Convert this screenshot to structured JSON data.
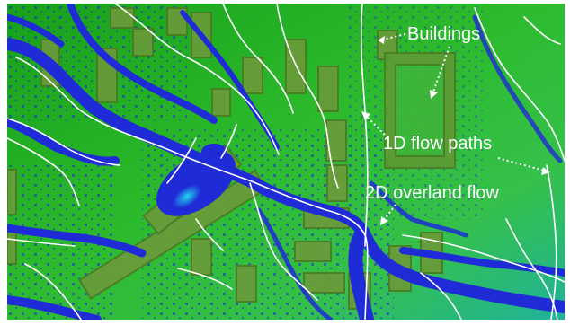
{
  "map": {
    "colors": {
      "terrain_high": "#1fa61f",
      "terrain_mid": "#2fbf38",
      "terrain_low": "#1fb39a",
      "water_2d": "#1f2bd6",
      "water_deep": "#18b8e0",
      "flow_1d": "#ffffff",
      "building_fill": "#6b9a3a"
    },
    "annotations": {
      "buildings": "Buildings",
      "flow_paths_1d": "1D flow paths",
      "overland_flow_2d": "2D overland flow"
    }
  }
}
